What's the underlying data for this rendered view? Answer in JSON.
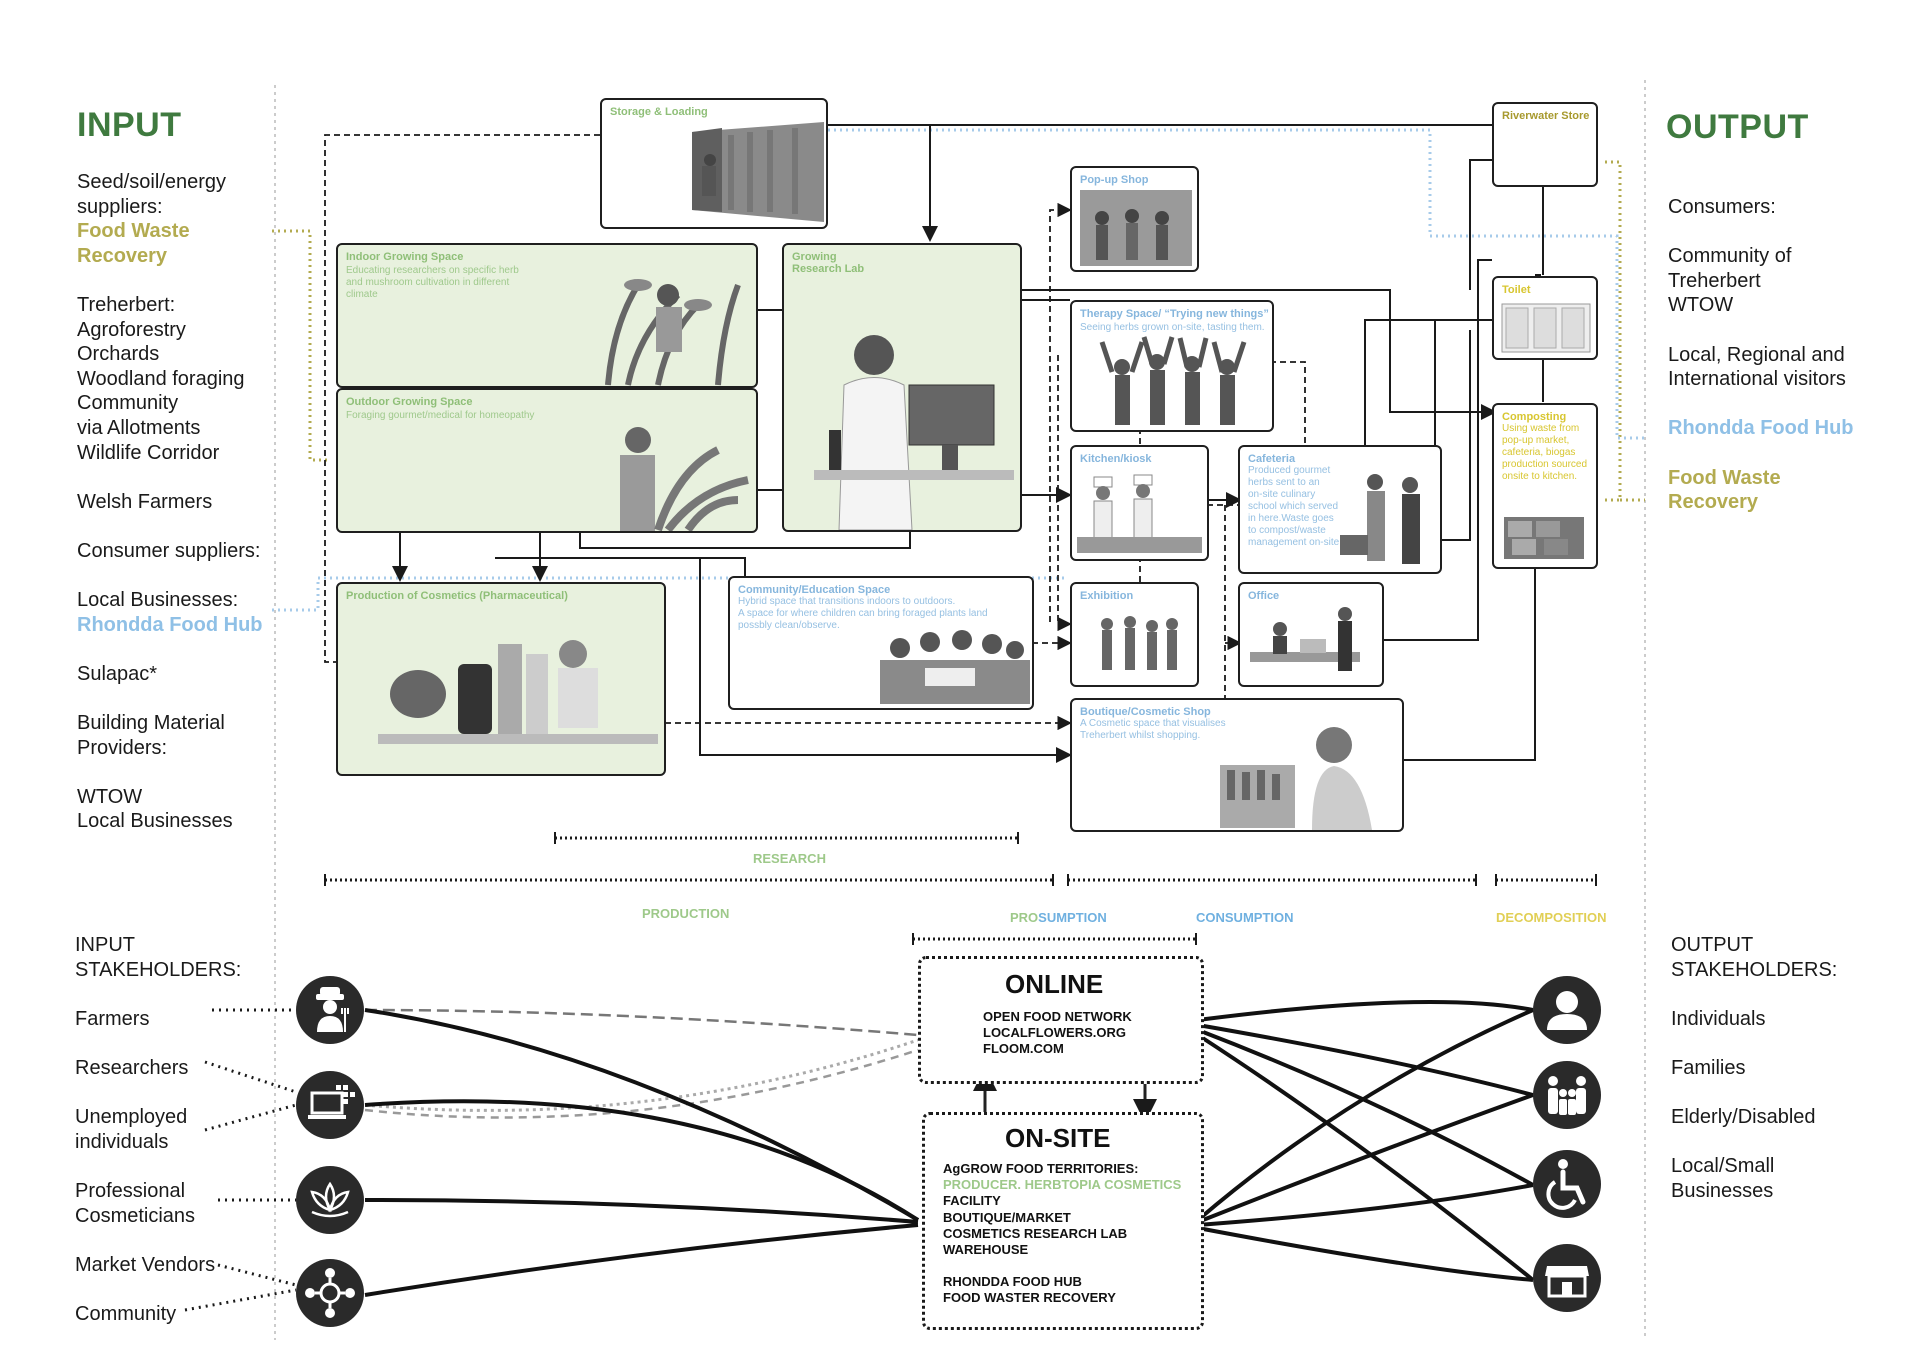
{
  "input": {
    "title": "INPUT",
    "suppliers_l1": "Seed/soil/energy",
    "suppliers_l2": "suppliers:",
    "fwr_l1": "Food Waste",
    "fwr_l2": "Recovery",
    "tre": "Treherbert:",
    "agro": "Agroforestry",
    "orchards": "Orchards",
    "woodland": "Woodland foraging",
    "community": "Community",
    "allotments": "via Allotments",
    "wildlife": "Wildlife Corridor",
    "welsh": "Welsh Farmers",
    "consumer": "Consumer suppliers:",
    "local": "Local Businesses:",
    "rhondda": "Rhondda Food Hub",
    "sulapac": "Sulapac*",
    "bmat_l1": "Building Material",
    "bmat_l2": "Providers:",
    "wtow": "WTOW",
    "local2": "Local Businesses"
  },
  "output": {
    "title": "OUTPUT",
    "consumers": "Consumers:",
    "comm_l1": "Community of",
    "comm_l2": "Treherbert",
    "comm_l3": "WTOW",
    "visitors_l1": "Local, Regional and",
    "visitors_l2": "International visitors",
    "rhondda": "Rhondda Food Hub",
    "fwr_l1": "Food Waste",
    "fwr_l2": "Recovery"
  },
  "spaces": {
    "storage": "Storage & Loading",
    "indoor_title": "Indoor Growing Space",
    "indoor_desc_1": "Educating researchers on specific herb",
    "indoor_desc_2": "and mushroom cultivation in different",
    "indoor_desc_3": "climate",
    "outdoor_title": "Outdoor Growing Space",
    "outdoor_desc": "Foraging gourmet/medical for homeopathy",
    "lab_l1": "Growing",
    "lab_l2": "Research Lab",
    "cosmetics": "Production of Cosmetics (Pharmaceutical)",
    "popup": "Pop-up Shop",
    "therapy_title": "Therapy Space/ “Trying new things”",
    "therapy_desc": "Seeing herbs grown on-site, tasting them.",
    "kitchen": "Kitchen/kiosk",
    "cafeteria": "Cafeteria",
    "cafe_d1": "Produced gourmet",
    "cafe_d2": "herbs sent to an",
    "cafe_d3": "on-site culinary",
    "cafe_d4": "school which served",
    "cafe_d5": "in here.Waste goes",
    "cafe_d6": "to compost/waste",
    "cafe_d7": "management on-site.",
    "commedu_title": "Community/Education Space",
    "commedu_d1": "Hybrid space that transitions indoors to outdoors.",
    "commedu_d2": "A space for where children can bring foraged plants land",
    "commedu_d3": "possbly clean/observe.",
    "exhibition": "Exhibition",
    "office": "Office",
    "boutique_title": "Boutique/Cosmetic Shop",
    "boutique_d1": "A Cosmetic space that visualises",
    "boutique_d2": "Treherbert whilst shopping.",
    "riverwater": "Riverwater Store",
    "toilet": "Toilet",
    "composting": "Composting",
    "comp_d1": "Using waste from",
    "comp_d2": "pop-up market,",
    "comp_d3": "cafeteria, biogas",
    "comp_d4": "production sourced",
    "comp_d5": "onsite to kitchen."
  },
  "scale": {
    "research": "RESEARCH",
    "production": "PRODUCTION",
    "pro": "PRO",
    "sumption": "SUMPTION",
    "consumption": "CONSUMPTION",
    "decomposition": "DECOMPOSITION"
  },
  "stakeholders_in": {
    "title_l1": "INPUT",
    "title_l2": "STAKEHOLDERS:",
    "farmers": "Farmers",
    "researchers": "Researchers",
    "unemp_l1": "Unemployed",
    "unemp_l2": "individuals",
    "prof_l1": "Professional",
    "prof_l2": "Cosmeticians",
    "market": "Market Vendors",
    "community": "Community"
  },
  "stakeholders_out": {
    "title_l1": "OUTPUT",
    "title_l2": "STAKEHOLDERS:",
    "individuals": "Individuals",
    "families": "Families",
    "elderly": "Elderly/Disabled",
    "small_l1": "Local/Small",
    "small_l2": "Businesses"
  },
  "online": {
    "title": "ONLINE",
    "l1": "OPEN FOOD NETWORK",
    "l2": "LOCALFLOWERS.ORG",
    "l3": "FLOOM.COM"
  },
  "onsite": {
    "title": "ON-SITE",
    "l1": "AgGROW FOOD TERRITORIES:",
    "l2": "PRODUCER. HERBTOPIA COSMETICS",
    "l3": "FACILITY",
    "l4": "BOUTIQUE/MARKET",
    "l5": "COSMETICS RESEARCH LAB",
    "l6": "WAREHOUSE",
    "l7": "RHONDDA FOOD HUB",
    "l8": "FOOD WASTER RECOVERY"
  },
  "icons": {
    "farmer": "farmer-icon",
    "researcher": "laptop-icon",
    "cosmetician": "lotus-icon",
    "community": "network-icon",
    "individual": "person-icon",
    "family": "family-icon",
    "disabled": "wheelchair-icon",
    "business": "shop-icon"
  },
  "colors": {
    "heading_green": "#3f7a3f",
    "olive": "#b3ab50",
    "blue": "#8fc0e6",
    "space_green": "#e8f1de",
    "yellow": "#d8c630"
  }
}
